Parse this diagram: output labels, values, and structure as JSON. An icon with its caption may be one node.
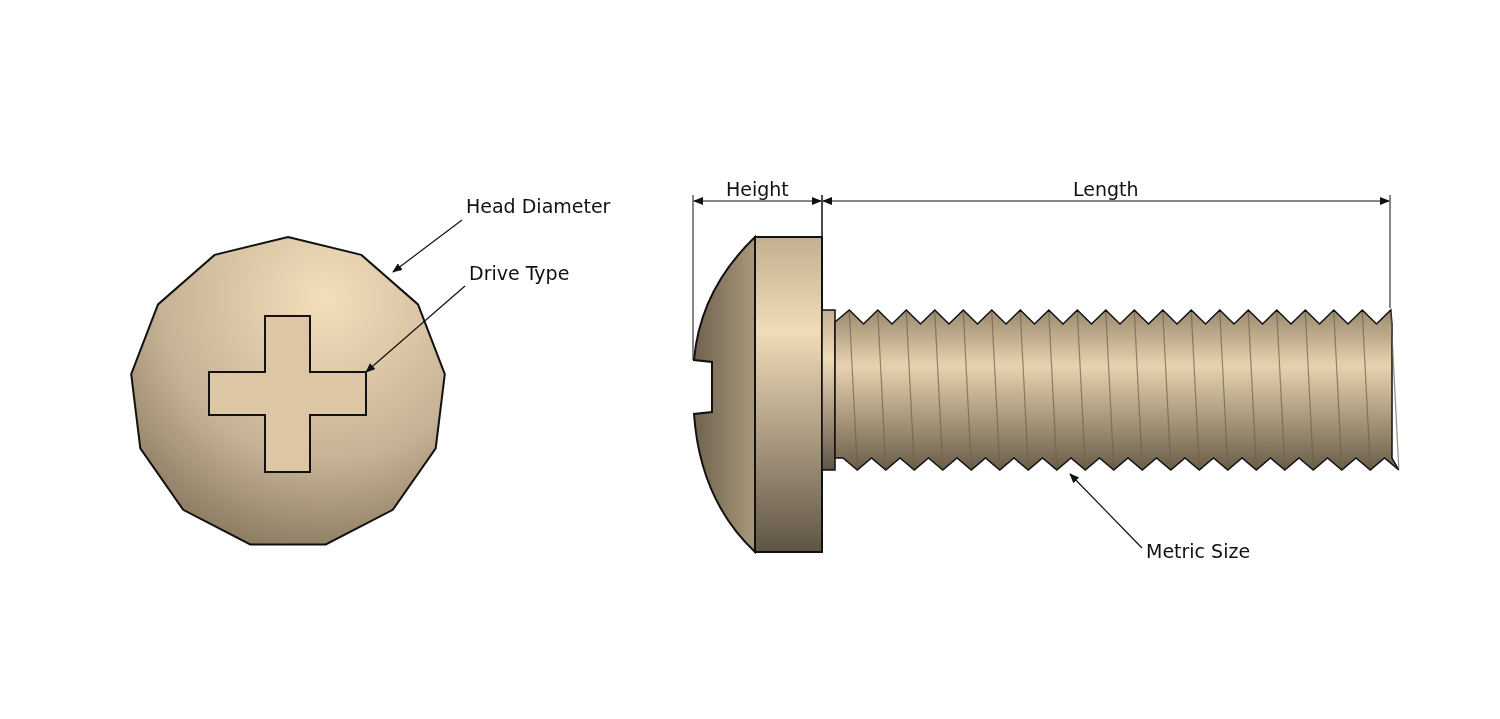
{
  "diagram": {
    "nodes": [
      {
        "text": [
          "Head Diameter"
        ]
      },
      {
        "text": [],
        "shape": "picture"
      },
      {
        "text": [
          "Drive Type"
        ]
      },
      {
        "text": [],
        "shape": "picture",
        "in": 1
      },
      {
        "text": [
          "Metric Size"
        ]
      },
      {
        "text": [],
        "shape": "picture"
      }
    ],
    "edges": [
      {
        "from": 0,
        "to": 1,
        "arrow": "to"
      },
      {
        "from": 2,
        "to": 3,
        "arrow": "to"
      },
      {
        "from": 4,
        "to": 5,
        "arrow": "to"
      }
    ],
    "labels": [
      "Height",
      "Length"
    ]
  }
}
